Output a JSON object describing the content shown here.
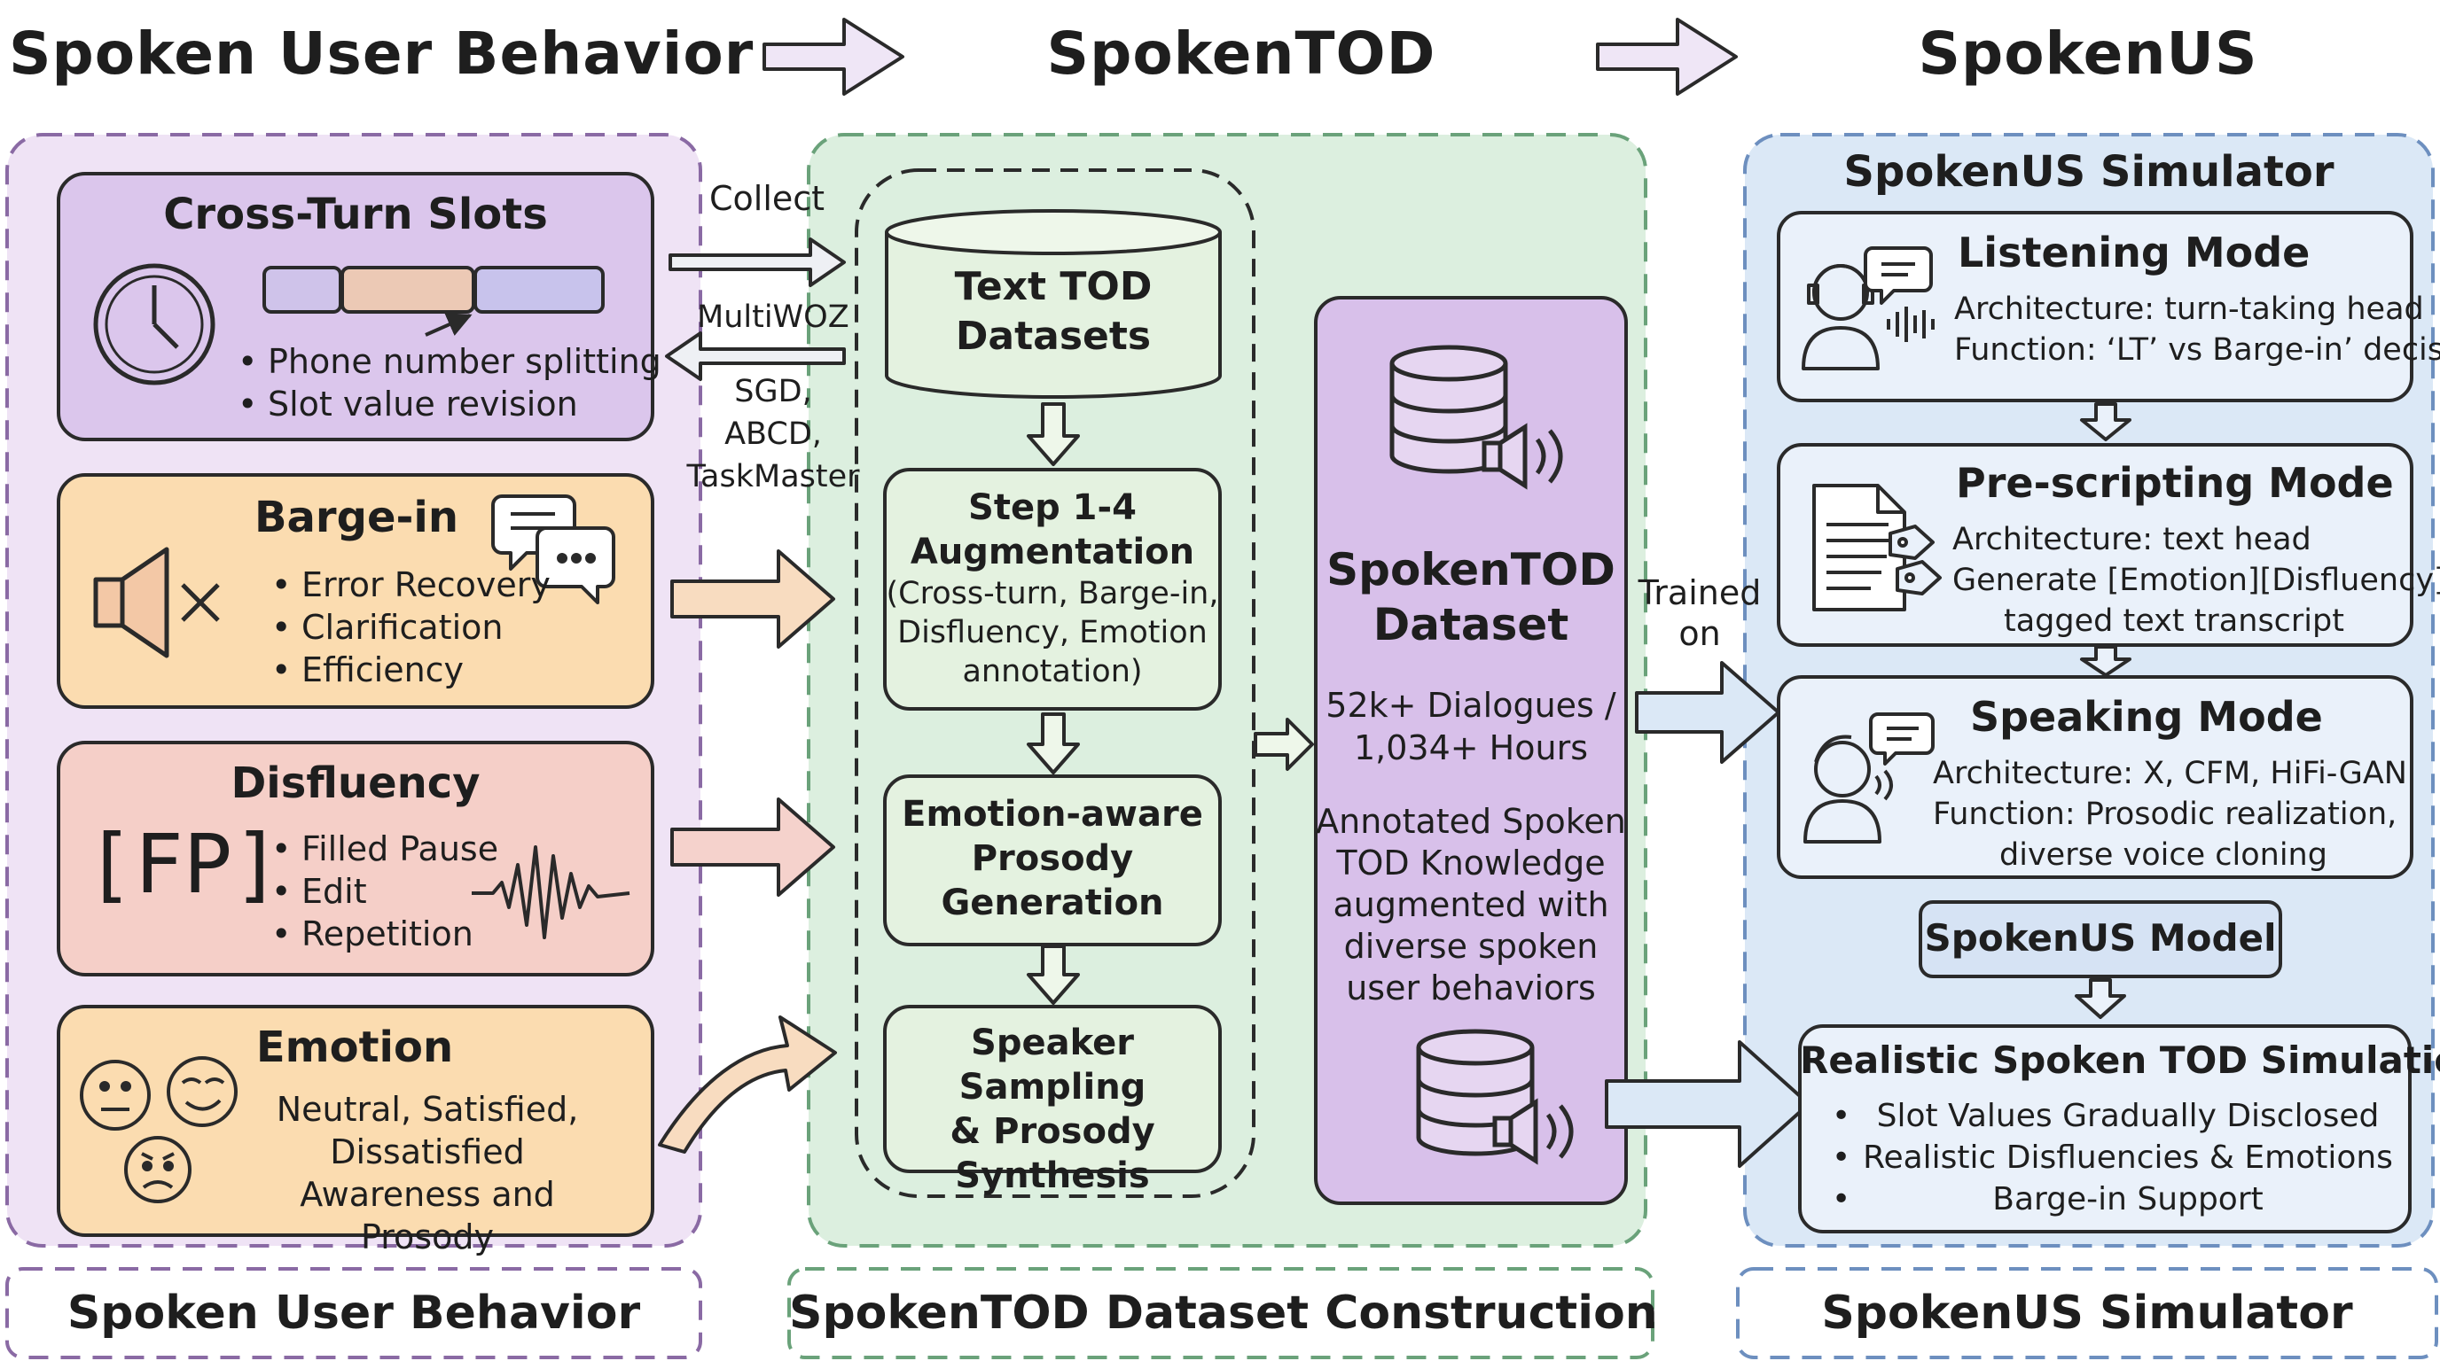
{
  "headers": {
    "left": "Spoken User Behavior",
    "middle": "SpokenTOD",
    "right": "SpokenUS"
  },
  "footers": {
    "left": "Spoken User Behavior",
    "middle": "SpokenTOD Dataset Construction",
    "right": "SpokenUS Simulator"
  },
  "behaviors": {
    "cross_turn": {
      "title": "Cross-Turn Slots",
      "bullets": [
        "Phone number splitting",
        "Slot value revision"
      ]
    },
    "barge_in": {
      "title": "Barge-in",
      "bullets": [
        "Error Recovery",
        "Clarification",
        "Efficiency"
      ]
    },
    "disfluency": {
      "title": "Disfluency",
      "marker": "[FP]",
      "bullets": [
        "Filled Pause",
        "Edit",
        "Repetition"
      ]
    },
    "emotion": {
      "title": "Emotion",
      "lines": [
        "Neutral, Satisfied,",
        "Dissatisfied",
        "Awareness and Prosody"
      ]
    }
  },
  "arrow_labels": {
    "collect": "Collect",
    "sources": [
      "MultiWOZ",
      "SGD,",
      "ABCD,",
      "TaskMaster"
    ],
    "trained_on": [
      "Trained",
      "on"
    ]
  },
  "pipeline": {
    "text_tod": [
      "Text TOD",
      "Datasets"
    ],
    "step": {
      "title": [
        "Step 1-4",
        "Augmentation"
      ],
      "detail": [
        "(Cross-turn, Barge-in,",
        "Disfluency, Emotion",
        "annotation)"
      ]
    },
    "prosody": [
      "Emotion-aware",
      "Prosody",
      "Generation"
    ],
    "speaker": [
      "Speaker Sampling",
      "& Prosody",
      "Synthesis"
    ]
  },
  "dataset": {
    "title": [
      "SpokenTOD",
      "Dataset"
    ],
    "stats": [
      "52k+ Dialogues /",
      "1,034+ Hours"
    ],
    "description": [
      "Annotated Spoken",
      "TOD Knowledge",
      "augmented with",
      "diverse spoken",
      "user behaviors"
    ]
  },
  "simulator": {
    "title": "SpokenUS Simulator",
    "listening": {
      "title": "Listening Mode",
      "lines": [
        "Architecture: turn-taking head",
        "Function: ‘LT’ vs Barge-in’ decision"
      ]
    },
    "prescripting": {
      "title": "Pre-scripting Mode",
      "lines": [
        "Architecture: text head",
        "Generate [Emotion][Disfluency]",
        "tagged text transcript"
      ]
    },
    "speaking": {
      "title": "Speaking Mode",
      "lines": [
        "Architecture: X, CFM, HiFi-GAN",
        "Function: Prosodic realization,",
        "diverse voice cloning"
      ]
    },
    "model": "SpokenUS Model",
    "realistic": {
      "title": "Realistic Spoken TOD Simulation",
      "bullets": [
        "Slot Values Gradually Disclosed",
        "Realistic Disfluencies & Emotions",
        "Barge-in Support"
      ]
    }
  },
  "colors": {
    "purple_bg": "#efe3f5",
    "purple_box": "#dbc6ec",
    "orange_box": "#fbdcb0",
    "red_box": "#f5cfc8",
    "green_bg": "#dcefdf",
    "green_box": "#e4f2e0",
    "blue_bg": "#dbe8f6",
    "blue_box": "#eaf1fa",
    "dataset_box": "#d8c0ea",
    "ink": "#2a2a2a"
  }
}
